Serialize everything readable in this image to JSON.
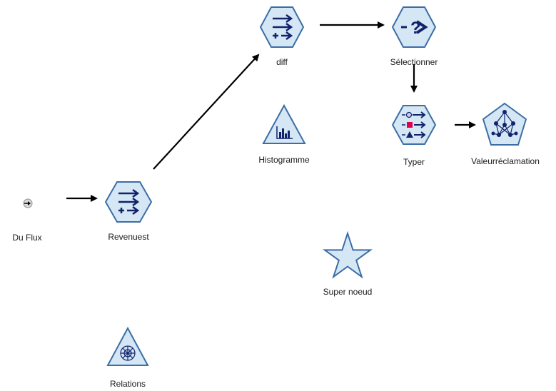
{
  "stream": {
    "nodes": [
      {
        "id": "duflux",
        "label": "Du Flux",
        "kind": "source-dot",
        "icon": "stream-input-icon"
      },
      {
        "id": "revenuest",
        "label": "Revenuest",
        "kind": "derive-hex",
        "icon": "derive-icon"
      },
      {
        "id": "diff",
        "label": "diff",
        "kind": "derive-hex",
        "icon": "derive-icon"
      },
      {
        "id": "selectionner",
        "label": "Sélectionner",
        "kind": "select-hex",
        "icon": "select-icon"
      },
      {
        "id": "typer",
        "label": "Typer",
        "kind": "type-hex",
        "icon": "type-icon"
      },
      {
        "id": "valeurreclamation",
        "label": "Valeurréclamation",
        "kind": "model-pent",
        "icon": "neural-net-icon"
      },
      {
        "id": "histogramme",
        "label": "Histogramme",
        "kind": "graph-tri",
        "icon": "histogram-icon"
      },
      {
        "id": "supernoeud",
        "label": "Super noeud",
        "kind": "star",
        "icon": "star-icon"
      },
      {
        "id": "relations",
        "label": "Relations",
        "kind": "graph-tri",
        "icon": "web-icon"
      }
    ],
    "links": [
      {
        "from": "duflux",
        "to": "revenuest"
      },
      {
        "from": "revenuest",
        "to": "diff"
      },
      {
        "from": "diff",
        "to": "selectionner"
      },
      {
        "from": "selectionner",
        "to": "typer"
      },
      {
        "from": "typer",
        "to": "valeurreclamation"
      }
    ],
    "colors": {
      "node_fill": "#d5e6f5",
      "node_stroke": "#3b6ea5",
      "glyph": "#10236b",
      "link": "#000000",
      "accent": "#e0004d"
    }
  }
}
